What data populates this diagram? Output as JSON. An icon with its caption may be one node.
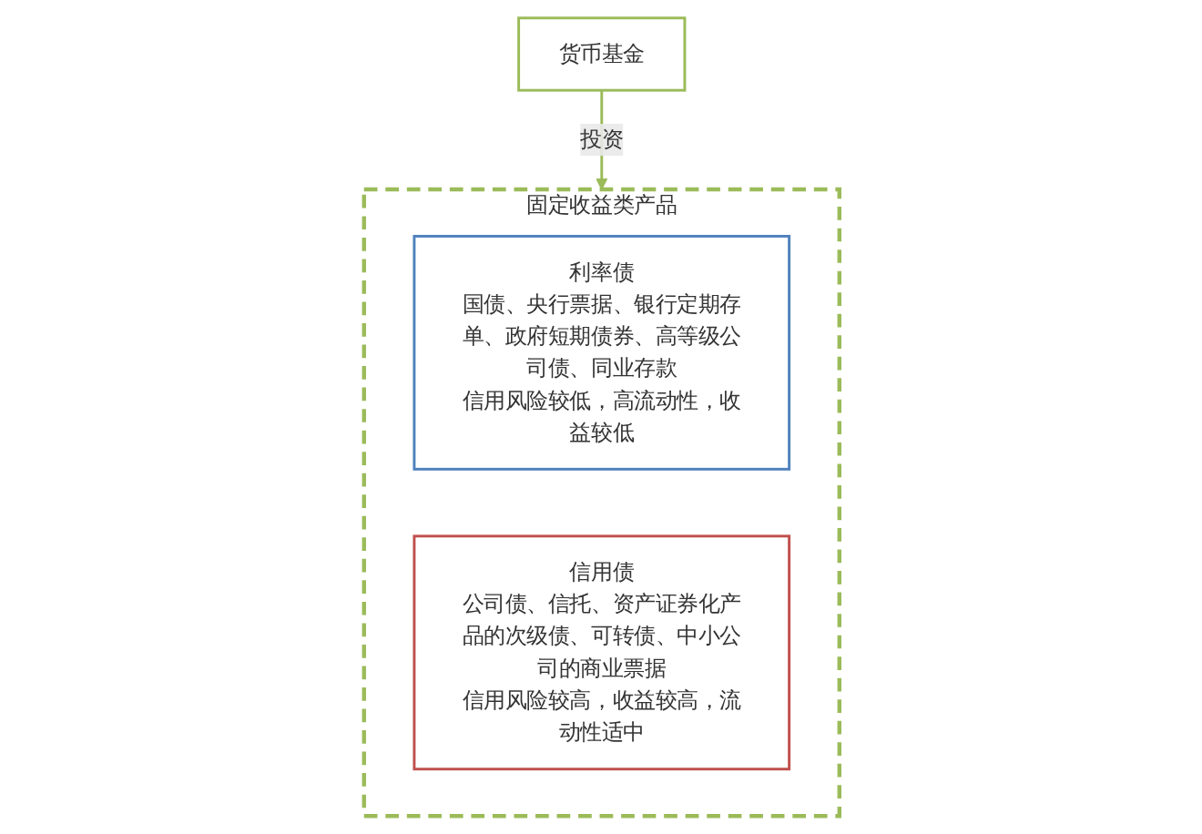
{
  "diagram": {
    "nodes": [
      {
        "text": [
          "货币基金"
        ]
      },
      {
        "text": [
          "固定收益类产品"
        ]
      },
      {
        "text": [
          "利率债",
          "国债、央行票据、银行定期存单、政府短期债券、高等级公司债、同业存款",
          "信用风险较低，高流动性，收益较低"
        ],
        "in": 1
      },
      {
        "text": [
          "信用债",
          "公司债、信托、资产证券化产品的次级债、可转债、中小公司的商业票据",
          "信用风险较高，收益较高，流动性适中"
        ],
        "in": 1
      }
    ],
    "edges": [
      {
        "from": 0,
        "to": 1,
        "arrow": "to",
        "label": "投资"
      }
    ]
  }
}
